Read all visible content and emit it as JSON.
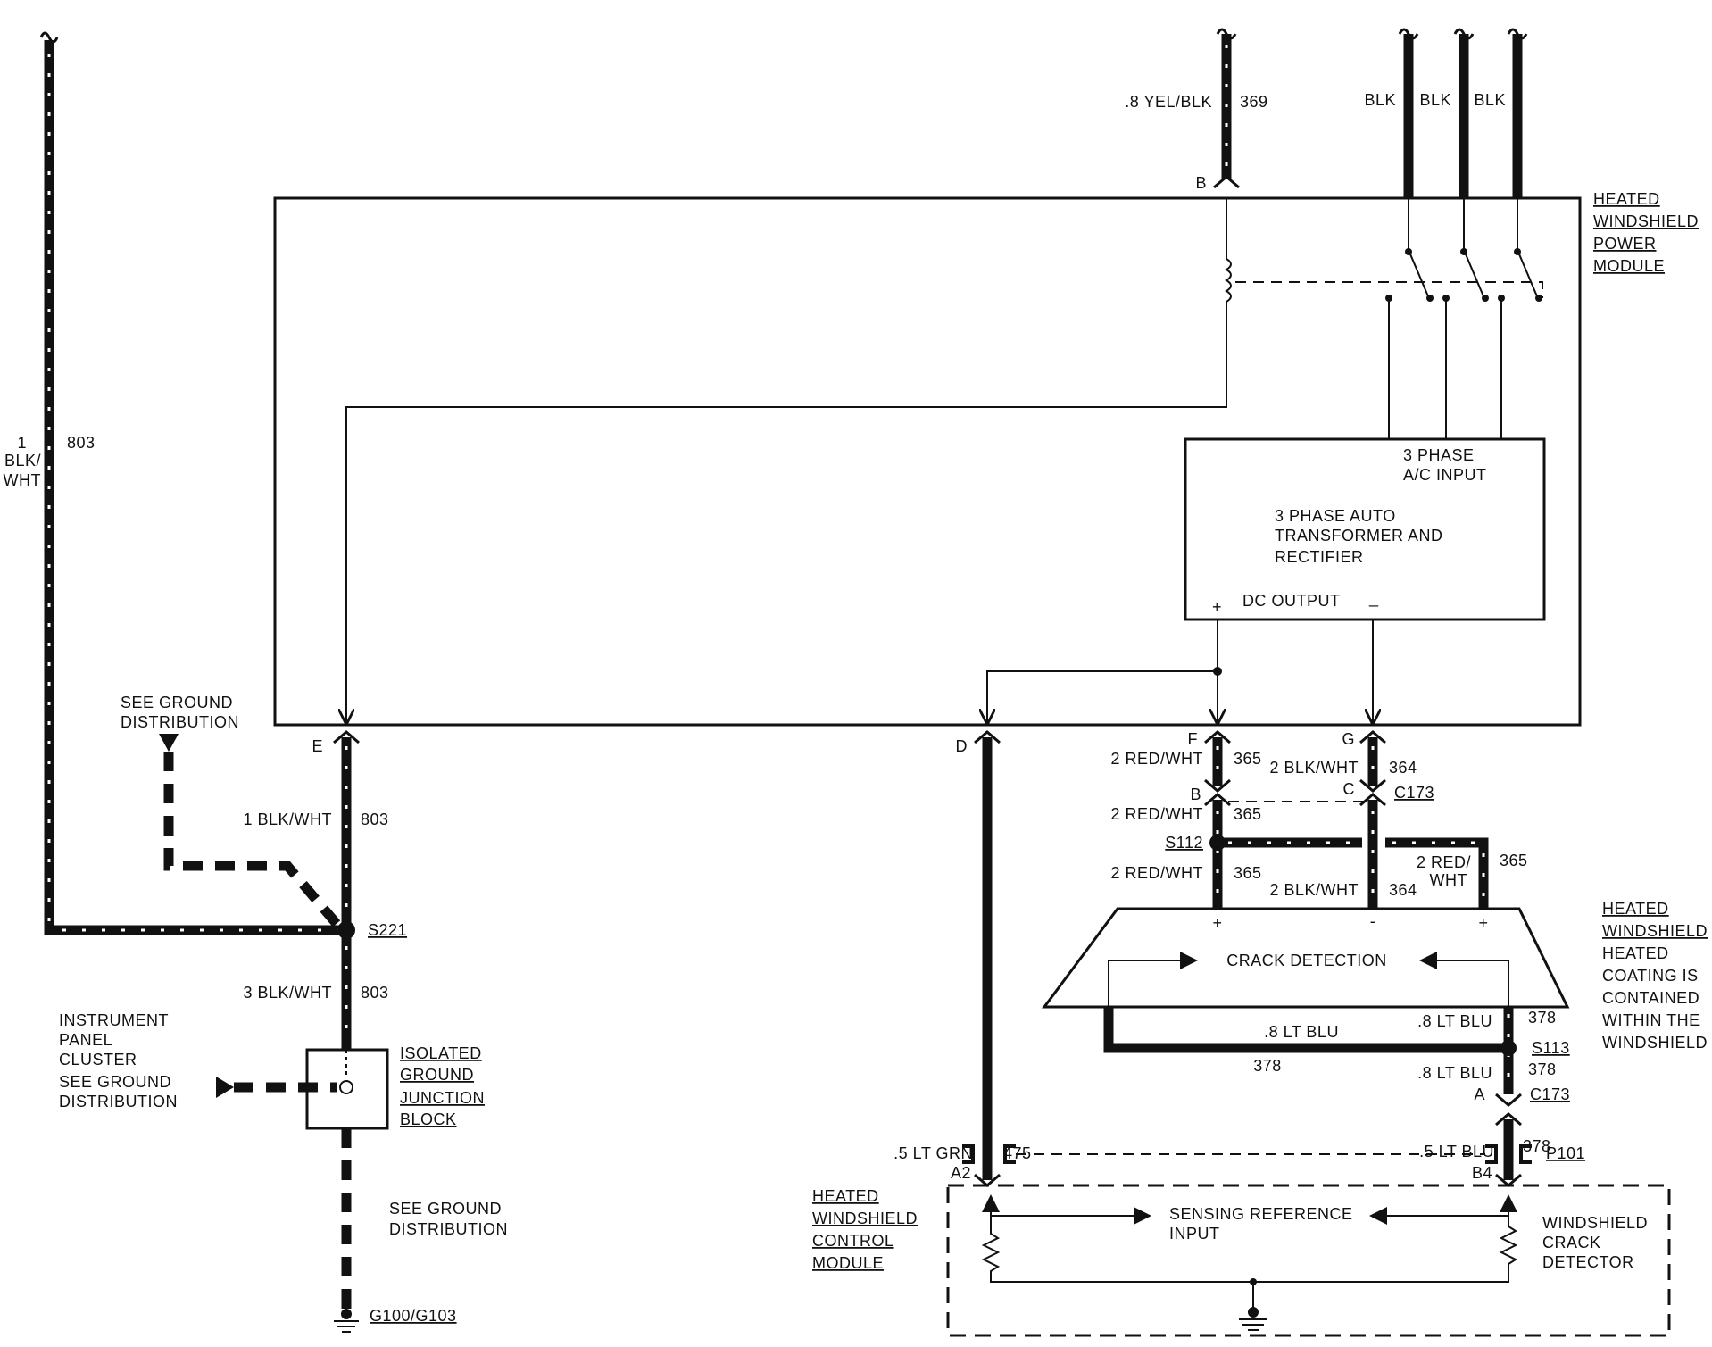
{
  "diagram": {
    "power_module": {
      "label_lines": [
        "HEATED",
        "WINDSHIELD",
        "POWER",
        "MODULE"
      ],
      "transformer_lines": [
        "3 PHASE AUTO",
        "TRANSFORMER AND",
        "RECTIFIER"
      ],
      "ac_input_lines": [
        "3 PHASE",
        "A/C INPUT"
      ],
      "dc_output": "DC OUTPUT",
      "plus": "+",
      "minus": "_"
    },
    "top_wires": {
      "yel_blk": ".8 YEL/BLK",
      "circuit_369": "369",
      "pin_b": "B",
      "blk_1": "BLK",
      "blk_2": "BLK",
      "blk_3": "BLK"
    },
    "left_wire": {
      "gauge": "1",
      "color_1": "BLK/",
      "color_2": "WHT",
      "circuit": "803"
    },
    "ground": {
      "see_ground_1": [
        "SEE GROUND",
        "DISTRIBUTION"
      ],
      "pin_e": "E",
      "wire_e": "1 BLK/WHT",
      "circuit_e": "803",
      "splice": "S221",
      "wire_3": "3 BLK/WHT",
      "circuit_3": "803",
      "ip_lines": [
        "INSTRUMENT",
        "PANEL",
        "CLUSTER",
        "SEE GROUND",
        "DISTRIBUTION"
      ],
      "block_lines": [
        "ISOLATED",
        "GROUND",
        "JUNCTION",
        "BLOCK"
      ],
      "see_ground_2": [
        "SEE GROUND",
        "DISTRIBUTION"
      ],
      "ground_id": "G100/G103"
    },
    "pins": {
      "d": "D",
      "f": "F",
      "g": "G",
      "b": "B",
      "c": "C",
      "a": "A",
      "a2": "A2",
      "b4": "B4"
    },
    "wires": {
      "red_wht_2": "2 RED/WHT",
      "c365": "365",
      "blk_wht_2": "2 BLK/WHT",
      "c364": "364",
      "c173": "C173",
      "s112": "S112",
      "red_2": "2 RED/",
      "wht": "WHT",
      "lt_blu_8": ".8 LT BLU",
      "c378": "378",
      "s113": "S113",
      "p101": "P101",
      "lt_grn_5": ".5 LT GRN",
      "c475": "475",
      "lt_blu_5": ".5 LT BLU"
    },
    "crack": {
      "label": "CRACK DETECTION",
      "plus_left": "+",
      "minus": "-",
      "plus_right": "+",
      "windshield_lines": [
        "HEATED",
        "WINDSHIELD",
        "HEATED",
        "COATING IS",
        "CONTAINED",
        "WITHIN THE",
        "WINDSHIELD"
      ]
    },
    "control_module": {
      "label_lines": [
        "HEATED",
        "WINDSHIELD",
        "CONTROL",
        "MODULE"
      ],
      "sensing_lines": [
        "SENSING REFERENCE",
        "INPUT"
      ],
      "detector_lines": [
        "WINDSHIELD",
        "CRACK",
        "DETECTOR"
      ]
    }
  }
}
